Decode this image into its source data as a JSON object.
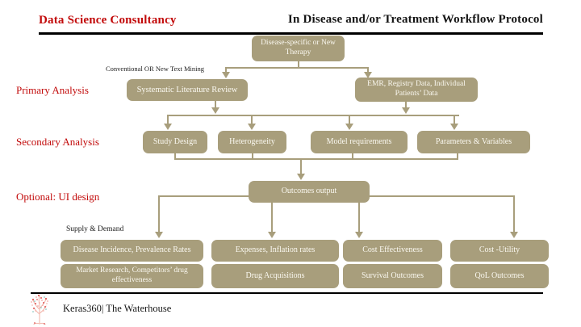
{
  "header": {
    "company": "Data Science Consultancy",
    "title": "In Disease and/or Treatment Workflow Protocol"
  },
  "row_labels": {
    "primary": "Primary Analysis",
    "secondary": "Secondary Analysis",
    "optional": "Optional: UI design"
  },
  "annotations": {
    "text_mining": "Conventional OR New Text Mining",
    "supply_demand": "Supply & Demand"
  },
  "nodes": {
    "root": "Disease-specific or New Therapy",
    "slr": "Systematic Literature Review",
    "emr": "EMR, Registry Data, Individual Patients’ Data",
    "study_design": "Study Design",
    "heterogeneity": "Heterogeneity",
    "model_requirements": "Model requirements",
    "parameters_variables": "Parameters & Variables",
    "outcomes_output": "Outcomes output",
    "disease_incidence": "Disease Incidence, Prevalence Rates",
    "market_research": "Market Research, Competitors’ drug effectiveness",
    "expenses": "Expenses, Inflation rates",
    "drug_acquisitions": "Drug Acquisitions",
    "cost_effectiveness": "Cost Effectiveness",
    "survival_outcomes": "Survival Outcomes",
    "cost_utility": "Cost -Utility",
    "qol_outcomes": "QoL Outcomes"
  },
  "footer": {
    "brand": "Keras360| The Waterhouse"
  },
  "colors": {
    "brand_red": "#c20a0a",
    "node_fill": "#a89e7c",
    "node_text": "#faf8f0",
    "rule_black": "#000000"
  }
}
